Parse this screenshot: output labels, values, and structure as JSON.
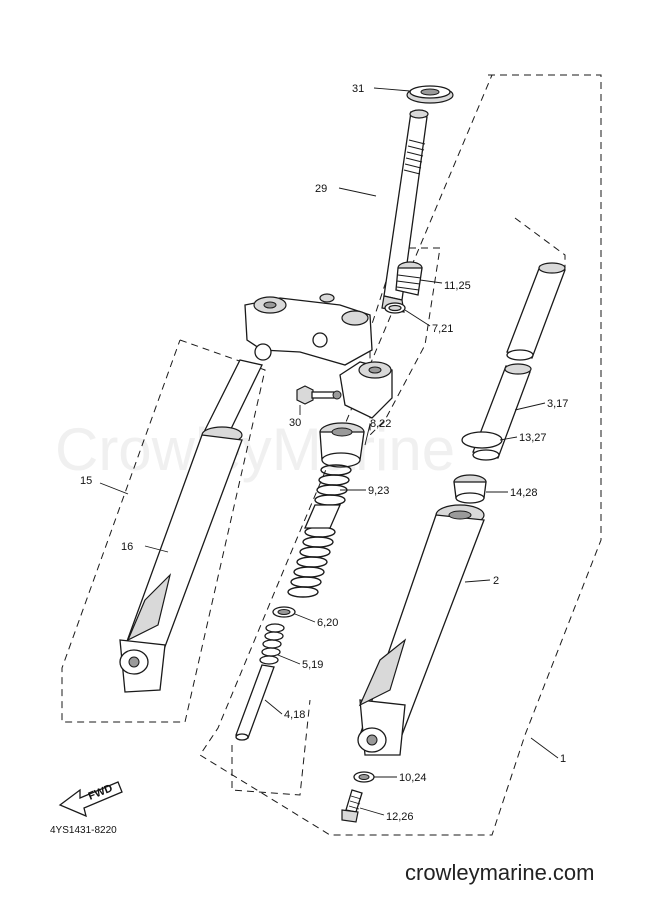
{
  "watermark": "CrowleyMarine",
  "site": "crowleymarine.com",
  "diagram_code": "4YS1431-8220",
  "fwd_label": "FWD",
  "labels": {
    "p31": "31",
    "p29": "29",
    "p11": "11,25",
    "p7": "7,21",
    "p3": "3,17",
    "p30": "30",
    "p8": "8,22",
    "p13": "13,27",
    "p15": "15",
    "p9": "9,23",
    "p14": "14,28",
    "p16": "16",
    "p2": "2",
    "p6": "6,20",
    "p5": "5,19",
    "p4": "4,18",
    "p1": "1",
    "p10": "10,24",
    "p12": "12,26"
  }
}
